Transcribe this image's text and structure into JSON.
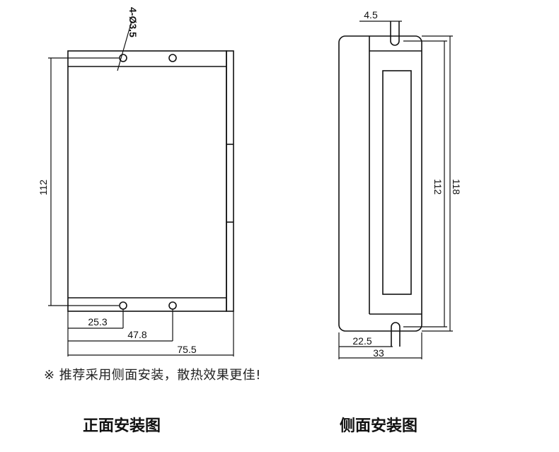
{
  "front_view": {
    "hole_callout": "4-Ø3.5",
    "height_dim": "112",
    "dims": {
      "a": "25.3",
      "b": "47.8",
      "c": "75.5"
    },
    "caption": "正面安装图"
  },
  "side_view": {
    "top_dim": "4.5",
    "inner_height_dim": "112",
    "outer_height_dim": "118",
    "dims": {
      "a": "22.5",
      "b": "33"
    },
    "caption": "侧面安装图"
  },
  "note": "※  推荐采用侧面安装，散热效果更佳!"
}
